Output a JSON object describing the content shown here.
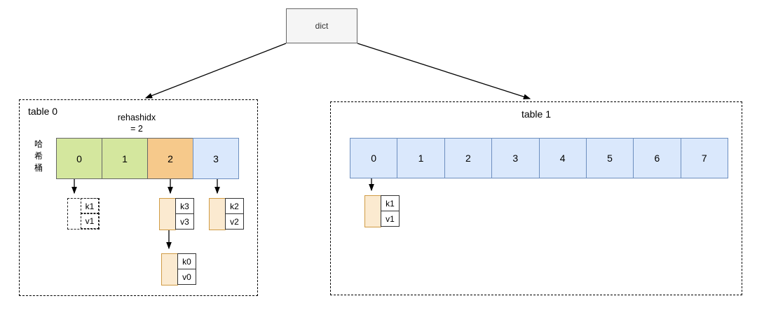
{
  "root_label": "dict",
  "table0": {
    "title": "table 0",
    "side_label": [
      "哈",
      "希",
      "桶"
    ],
    "rehash_line1": "rehashidx",
    "rehash_line2": "= 2",
    "buckets": [
      "0",
      "1",
      "2",
      "3"
    ],
    "dashed_entry": {
      "key": "k1",
      "val": "v1"
    },
    "chain2": [
      {
        "key": "k3",
        "val": "v3"
      },
      {
        "key": "k0",
        "val": "v0"
      }
    ],
    "entry3": {
      "key": "k2",
      "val": "v2"
    }
  },
  "table1": {
    "title": "table 1",
    "buckets": [
      "0",
      "1",
      "2",
      "3",
      "4",
      "5",
      "6",
      "7"
    ],
    "entry0": {
      "key": "k1",
      "val": "v1"
    }
  },
  "colors": {
    "root_fill": "#f5f5f5",
    "root_border": "#666666",
    "green_fill": "#d4e79e",
    "green_border": "#666666",
    "orange_fill": "#f6c98b",
    "orange_border": "#666666",
    "blue_fill": "#dae8fc",
    "blue_border": "#6c8ebf",
    "node_fill": "#fbead0",
    "node_border": "#d09b45",
    "arrow": "#000000"
  }
}
